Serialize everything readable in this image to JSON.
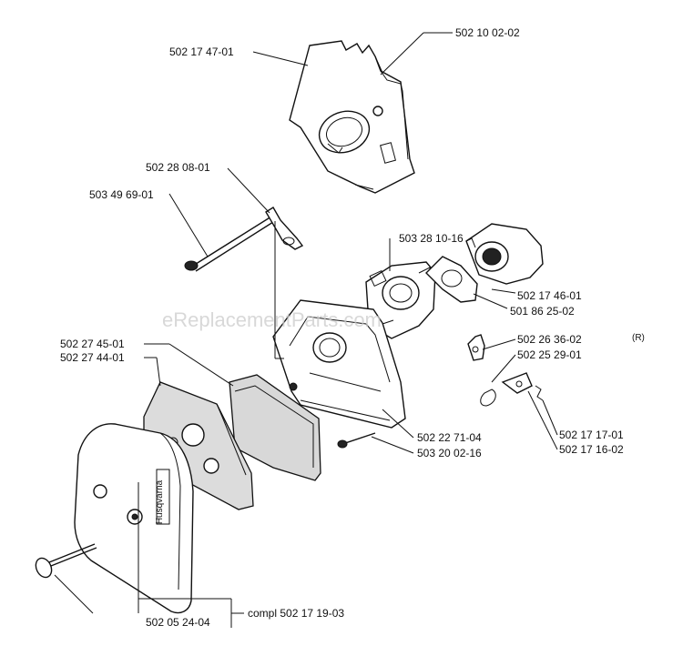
{
  "watermark": "eReplacementParts.com",
  "parts": {
    "p1": "502 17 47-01",
    "p2": "502 10 02-02",
    "p3": "502 28 08-01",
    "p4": "503 49 69-01",
    "p5": "503 28 10-16",
    "p6": "502 17 46-01",
    "p7": "501 86 25-02",
    "p8": "502 26 36-02",
    "p8_suffix": "(R)",
    "p9": "502 25 29-01",
    "p10": "502 27 45-01",
    "p11": "502 27 44-01",
    "p12": "502 22 71-04",
    "p13": "503 20 02-16",
    "p14": "502 17 17-01",
    "p15": "502 17 16-02",
    "p16": "502 05 24-04",
    "kit": "compl 502 17 19-03"
  },
  "cover_brand": "Husqvarna"
}
